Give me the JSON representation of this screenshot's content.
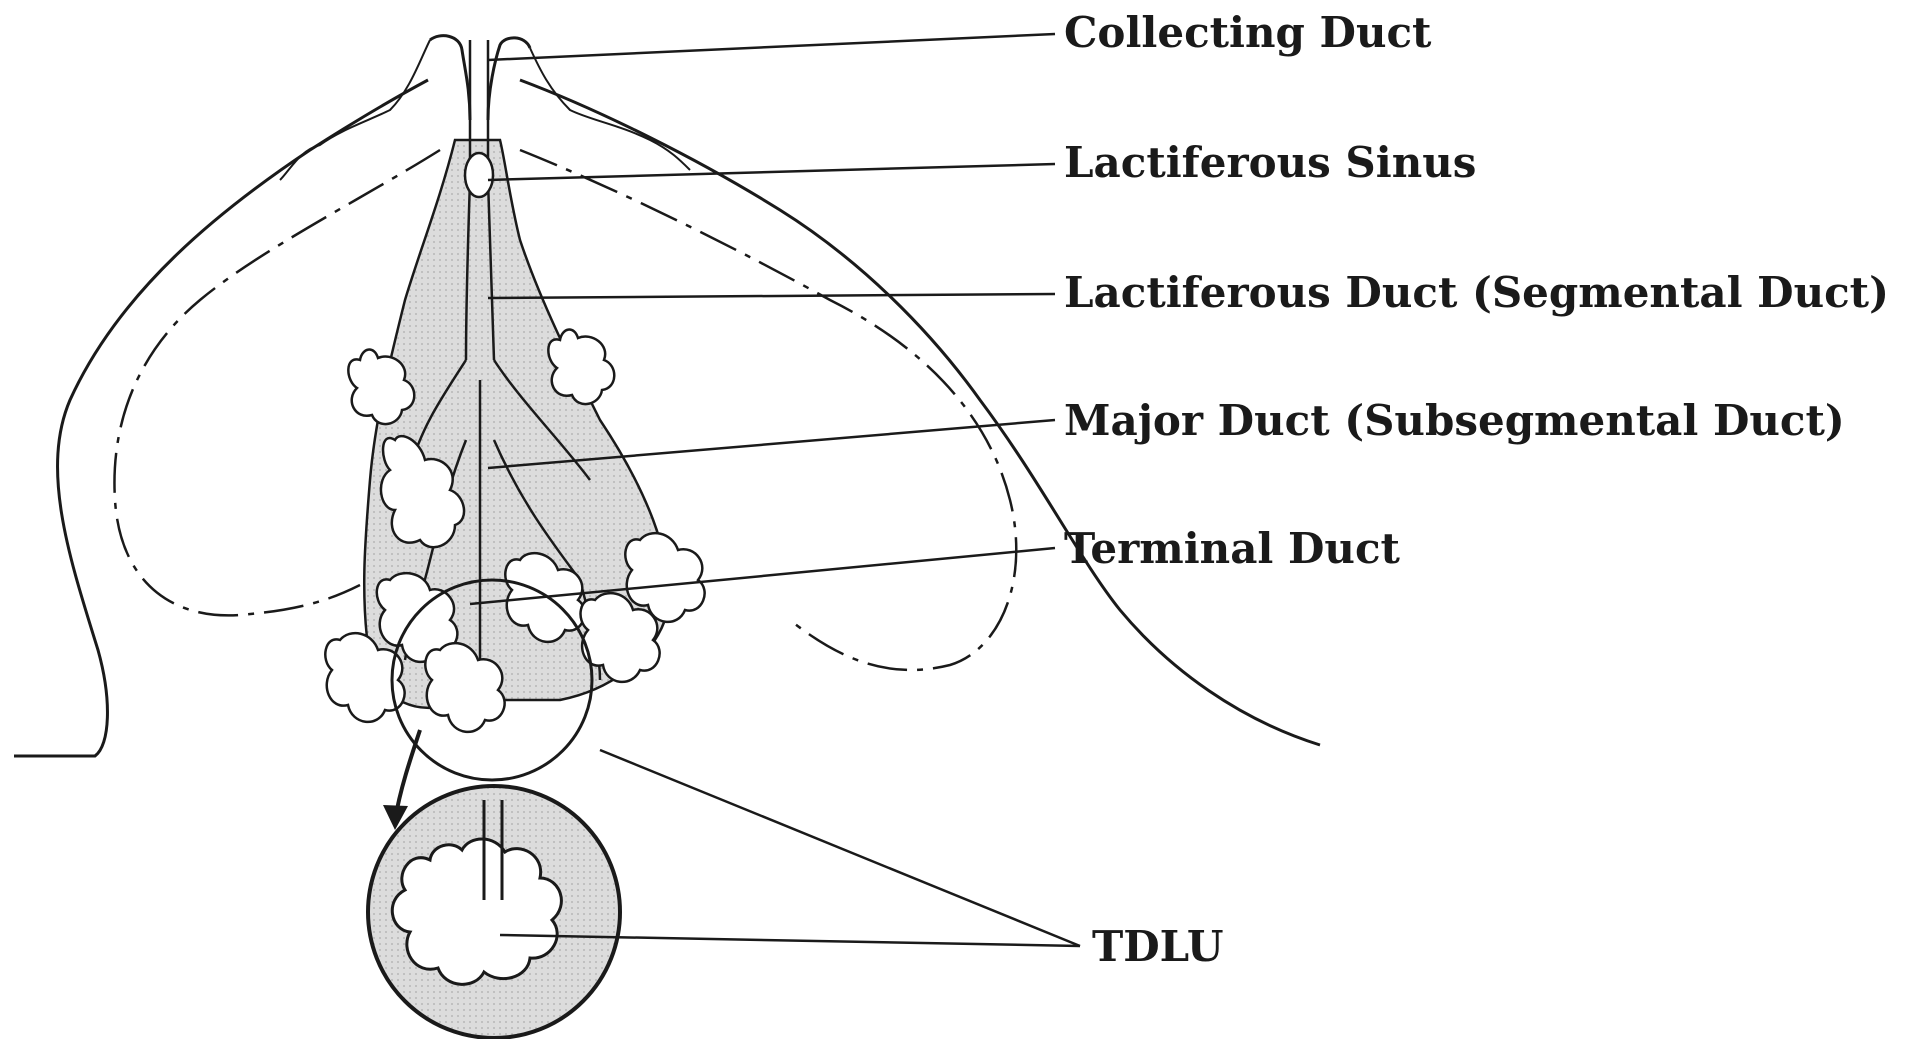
{
  "labels": {
    "collecting_duct": "Collecting Duct",
    "lactiferous_sinus": "Lactiferous Sinus",
    "lactiferous_duct": "Lactiferous Duct (Segmental Duct)",
    "major_duct": "Major Duct (Subsegmental Duct)",
    "terminal_duct": "Terminal Duct",
    "tdlu": "TDLU"
  },
  "colors": {
    "ink": "#1a1a1a",
    "duct_fill": "#d6d6d6",
    "lobule_fill": "#ffffff",
    "background": "#ffffff"
  }
}
